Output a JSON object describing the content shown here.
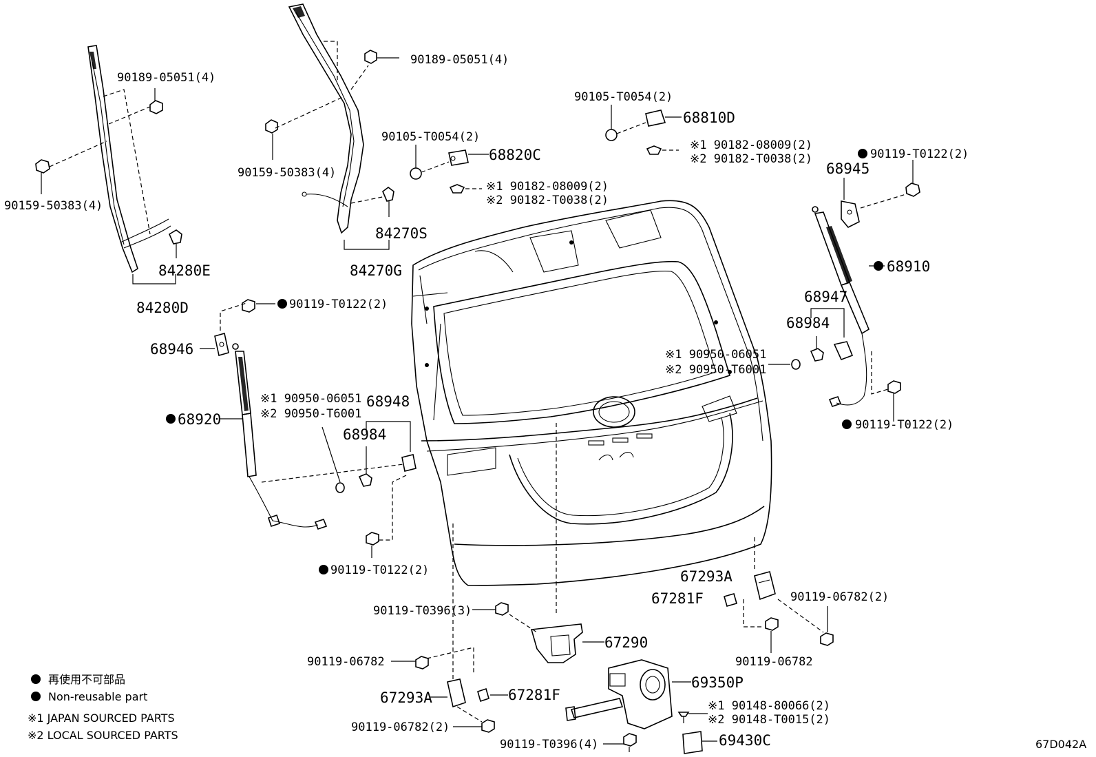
{
  "colors": {
    "ink": "#000000",
    "paper": "#ffffff"
  },
  "callouts": {
    "p_90189_left": "90189-05051(4)",
    "p_90159_left": "90159-50383(4)",
    "p_84280E": "84280E",
    "p_84280D": "84280D",
    "p_90189_top": "90189-05051(4)",
    "p_90159_mid": "90159-50383(4)",
    "p_84270S": "84270S",
    "p_84270G": "84270G",
    "p_90105_a": "90105-T0054(2)",
    "p_68820C": "68820C",
    "p_90182_a1": "※1 90182-08009(2)",
    "p_90182_a2": "※2 90182-T0038(2)",
    "p_90105_b": "90105-T0054(2)",
    "p_68810D": "68810D",
    "p_90182_b1": "※1 90182-08009(2)",
    "p_90182_b2": "※2 90182-T0038(2)",
    "p_90119_tr": "90119-T0122(2)",
    "p_68945": "68945",
    "p_68910": "68910",
    "p_68947": "68947",
    "p_68984_r": "68984",
    "p_90950_r1": "※1 90950-06051",
    "p_90950_r2": "※2 90950-T6001",
    "p_90119_r": "90119-T0122(2)",
    "p_90119_l": "90119-T0122(2)",
    "p_68946": "68946",
    "p_68920": "68920",
    "p_90950_l1": "※1 90950-06051",
    "p_90950_l2": "※2 90950-T6001",
    "p_68948": "68948",
    "p_68984_l": "68984",
    "p_90119_bl": "90119-T0122(2)",
    "p_67293A_r": "67293A",
    "p_67281F_r": "67281F",
    "p_90119_06782_r2": "90119-06782(2)",
    "p_90119_06782_r": "90119-06782",
    "p_90119_T0396_3": "90119-T0396(3)",
    "p_67290": "67290",
    "p_90119_06782_l": "90119-06782",
    "p_69350P": "69350P",
    "p_67293A_l": "67293A",
    "p_67281F_l": "67281F",
    "p_90148_1": "※1 90148-80066(2)",
    "p_90148_2": "※2 90148-T0015(2)",
    "p_90119_06782_l2": "90119-06782(2)",
    "p_90119_T0396_4": "90119-T0396(4)",
    "p_69430C": "69430C"
  },
  "legend": {
    "nonreusable_jp": "再使用不可部品",
    "nonreusable_en": "Non-reusable part",
    "note1": "※1 JAPAN SOURCED PARTS",
    "note2": "※2 LOCAL SOURCED PARTS"
  },
  "diagram_code": "67D042A"
}
